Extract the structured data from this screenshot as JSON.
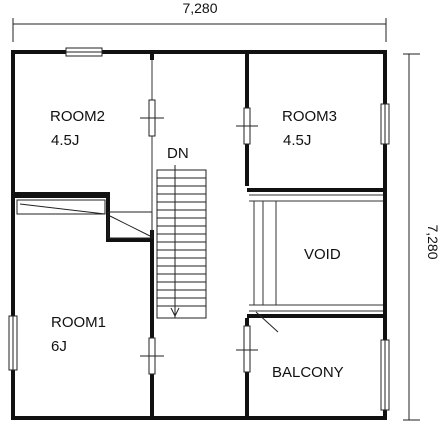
{
  "dimensions": {
    "width_label": "7,280",
    "height_label": "7,280"
  },
  "rooms": {
    "room2": {
      "name": "ROOM2",
      "size": "4.5J"
    },
    "room3": {
      "name": "ROOM3",
      "size": "4.5J"
    },
    "room1": {
      "name": "ROOM1",
      "size": "6J"
    },
    "void": {
      "name": "VOID"
    },
    "balcony": {
      "name": "BALCONY"
    }
  },
  "stairs": {
    "label": "DN"
  }
}
